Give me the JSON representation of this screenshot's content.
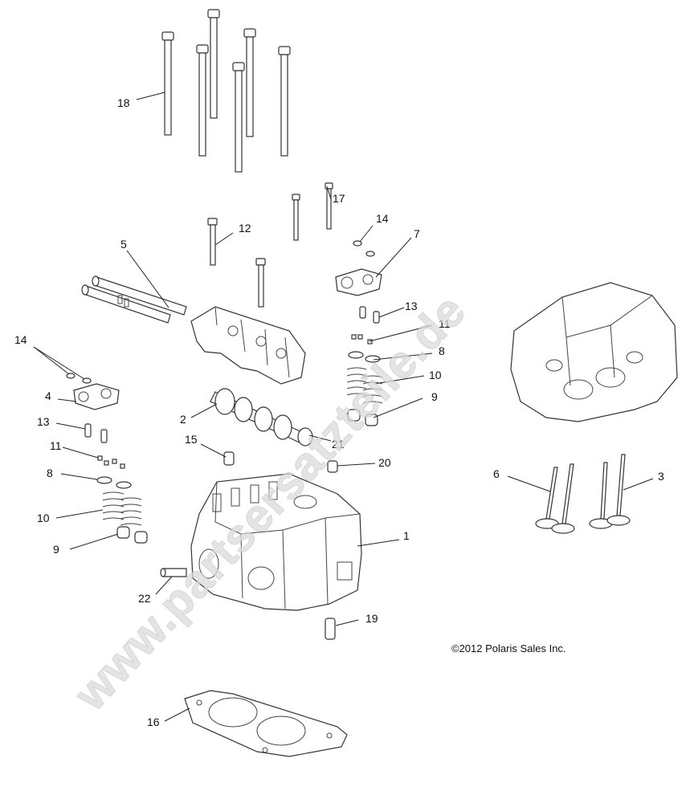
{
  "watermark": "www.partsersatzteile.de",
  "copyright": "©2012 Polaris Sales Inc.",
  "callouts": {
    "c1": "1",
    "c2": "2",
    "c3": "3",
    "c4": "4",
    "c5": "5",
    "c6": "6",
    "c7": "7",
    "c8a": "8",
    "c8b": "8",
    "c9a": "9",
    "c9b": "9",
    "c10a": "10",
    "c10b": "10",
    "c11a": "11",
    "c11b": "11",
    "c12": "12",
    "c13a": "13",
    "c13b": "13",
    "c14a": "14",
    "c14b": "14",
    "c15": "15",
    "c16": "16",
    "c17": "17",
    "c18": "18",
    "c19": "19",
    "c20": "20",
    "c21": "21",
    "c22": "22"
  }
}
